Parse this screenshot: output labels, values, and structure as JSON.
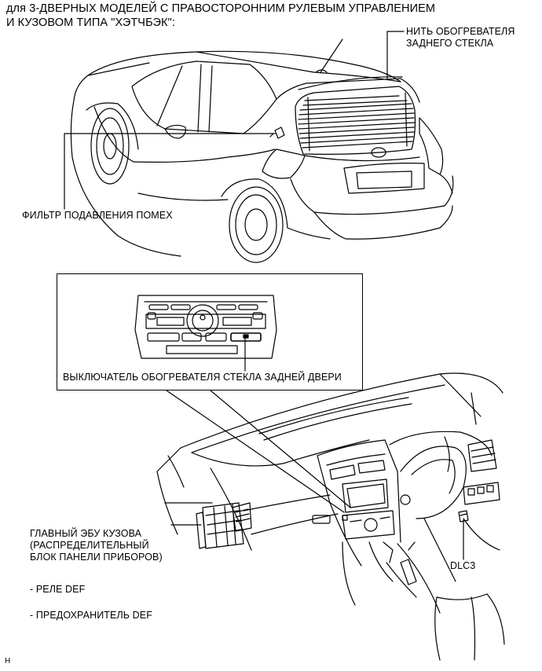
{
  "title": {
    "line1": "для 3-ДВЕРНЫХ МОДЕЛЕЙ С ПРАВОСТОРОННИМ РУЛЕВЫМ УПРАВЛЕНИЕМ",
    "line2": "И КУЗОВОМ ТИПА \"ХЭТЧБЭК\":"
  },
  "labels": {
    "rear_heater_wire": {
      "line1": "НИТЬ ОБОГРЕВАТЕЛЯ",
      "line2": "ЗАДНЕГО СТЕКЛА"
    },
    "noise_filter": "ФИЛЬТР ПОДАВЛЕНИЯ ПОМЕХ",
    "defogger_switch": "ВЫКЛЮЧАТЕЛЬ ОБОГРЕВАТЕЛЯ СТЕКЛА ЗАДНЕЙ ДВЕРИ",
    "main_body_ecu": {
      "line1": "ГЛАВНЫЙ ЭБУ КУЗОВА",
      "line2": "(РАСПРЕДЕЛИТЕЛЬНЫЙ",
      "line3": "БЛОК ПАНЕЛИ ПРИБОРОВ)"
    },
    "def_relay": "- РЕЛЕ DEF",
    "def_fuse": "- ПРЕДОХРАНИТЕЛЬ DEF",
    "dlc3": "DLC3",
    "corner_mark": "H"
  }
}
